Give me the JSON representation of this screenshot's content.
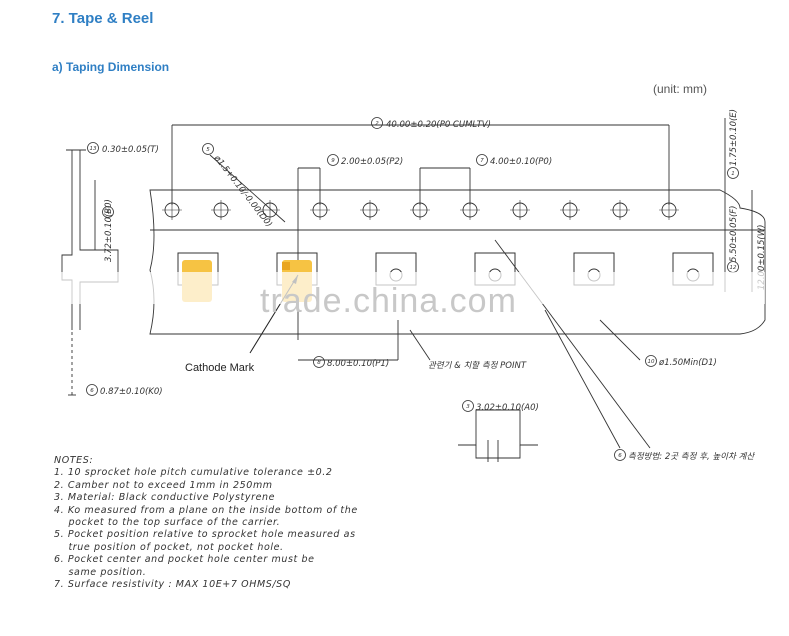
{
  "section_title": "7. Tape & Reel",
  "subsection_title": "a)  Taping Dimension",
  "unit_label": "(unit: mm)",
  "callouts": {
    "c1": {
      "num": "1",
      "text": "1.75±0.10(E)"
    },
    "c2": {
      "num": "2",
      "text": "40.00±0.20(P0 CUMLTV)"
    },
    "c3": {
      "num": "3",
      "text": "3.02±0.10(A0)"
    },
    "c4": {
      "num": "4",
      "text": "3.72±0.10(B0)"
    },
    "c5": {
      "num": "5",
      "text": "ø1.5+0.10/-0.00(D0)"
    },
    "c6": {
      "num": "6",
      "text": "0.87±0.10(K0)"
    },
    "c7": {
      "num": "7",
      "text": "4.00±0.10(P0)"
    },
    "c8": {
      "num": "8",
      "text": "8.00±0.10(P1)"
    },
    "c9": {
      "num": "9",
      "text": "2.00±0.05(P2)"
    },
    "c10": {
      "num": "10",
      "text": "ø1.50Min(D1)"
    },
    "c12": {
      "num": "12",
      "text": "5.50±0.05(F)"
    },
    "c13": {
      "num": "13",
      "text": "0.30±0.05(T)"
    },
    "c_w": {
      "text": "12.00±0.15(W)"
    },
    "c_measure": {
      "num": "6",
      "text": "측정방법: 2곳 측정 후, 높이차 계산"
    },
    "c_point": {
      "text": "관련기 & 치할 측정 POINT"
    }
  },
  "cathode_label": "Cathode Mark",
  "watermark": "trade.china.com",
  "notes": {
    "title": "NOTES:",
    "lines": [
      "1. 10 sprocket hole pitch cumulative tolerance ±0.2",
      "2. Camber not to exceed 1mm in 250mm",
      "3. Material: Black conductive Polystyrene",
      "4. Ko measured from a plane on the inside bottom of the",
      "    pocket to the top surface of the carrier.",
      "5. Pocket position relative to sprocket hole measured as",
      "    true position of pocket, not pocket hole.",
      "6. Pocket center and pocket hole center must be",
      "    same position.",
      "7. Surface resistivity : MAX 10E+7 OHMS/SQ"
    ]
  },
  "colors": {
    "heading": "#2f7fc4",
    "led": "#f6c343",
    "line": "#333333"
  }
}
